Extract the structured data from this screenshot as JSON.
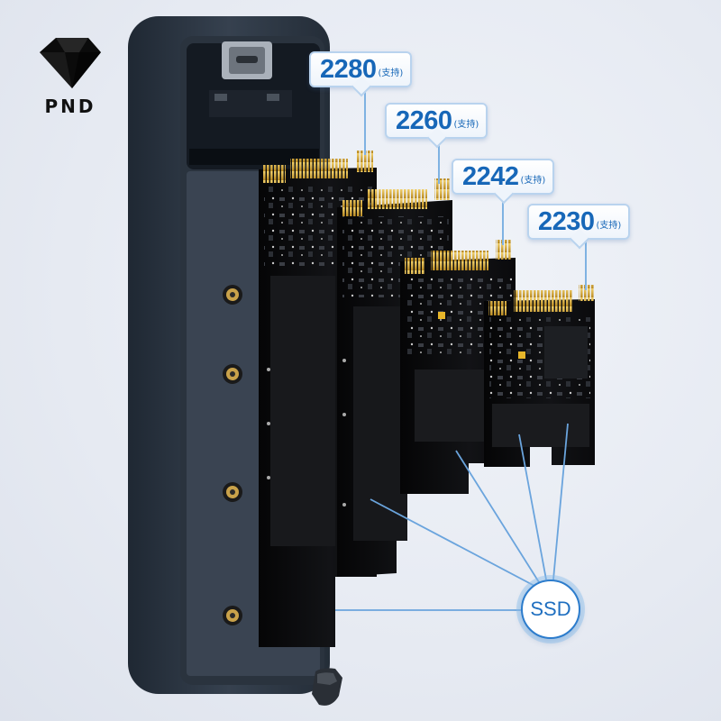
{
  "brand": {
    "logo_icon": "diamond-icon",
    "name": "PND"
  },
  "size_tags": [
    {
      "size": "2280",
      "note": "(支持)"
    },
    {
      "size": "2260",
      "note": "(支持)"
    },
    {
      "size": "2242",
      "note": "(支持)"
    },
    {
      "size": "2230",
      "note": "(支持)"
    }
  ],
  "callout": {
    "label": "SSD"
  },
  "colors": {
    "accent_blue": "#1767b8",
    "tag_border": "#b9d3ee",
    "enclosure": "#2f3a48",
    "pcb": "#0d0d0f",
    "gold_contacts": "#d9a937"
  }
}
